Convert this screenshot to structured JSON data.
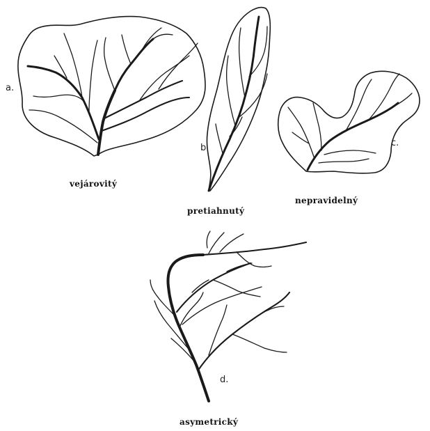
{
  "figure": {
    "leaves": [
      {
        "letter": "a.",
        "caption": "vejárovitý"
      },
      {
        "letter": "b.",
        "caption": "pretiahnutý"
      },
      {
        "letter": "c.",
        "caption": "nepravidelný"
      },
      {
        "letter": "d.",
        "caption": "asymetrický"
      }
    ],
    "colors": {
      "background": "#ffffff",
      "ink": "#1a1a1a"
    }
  }
}
